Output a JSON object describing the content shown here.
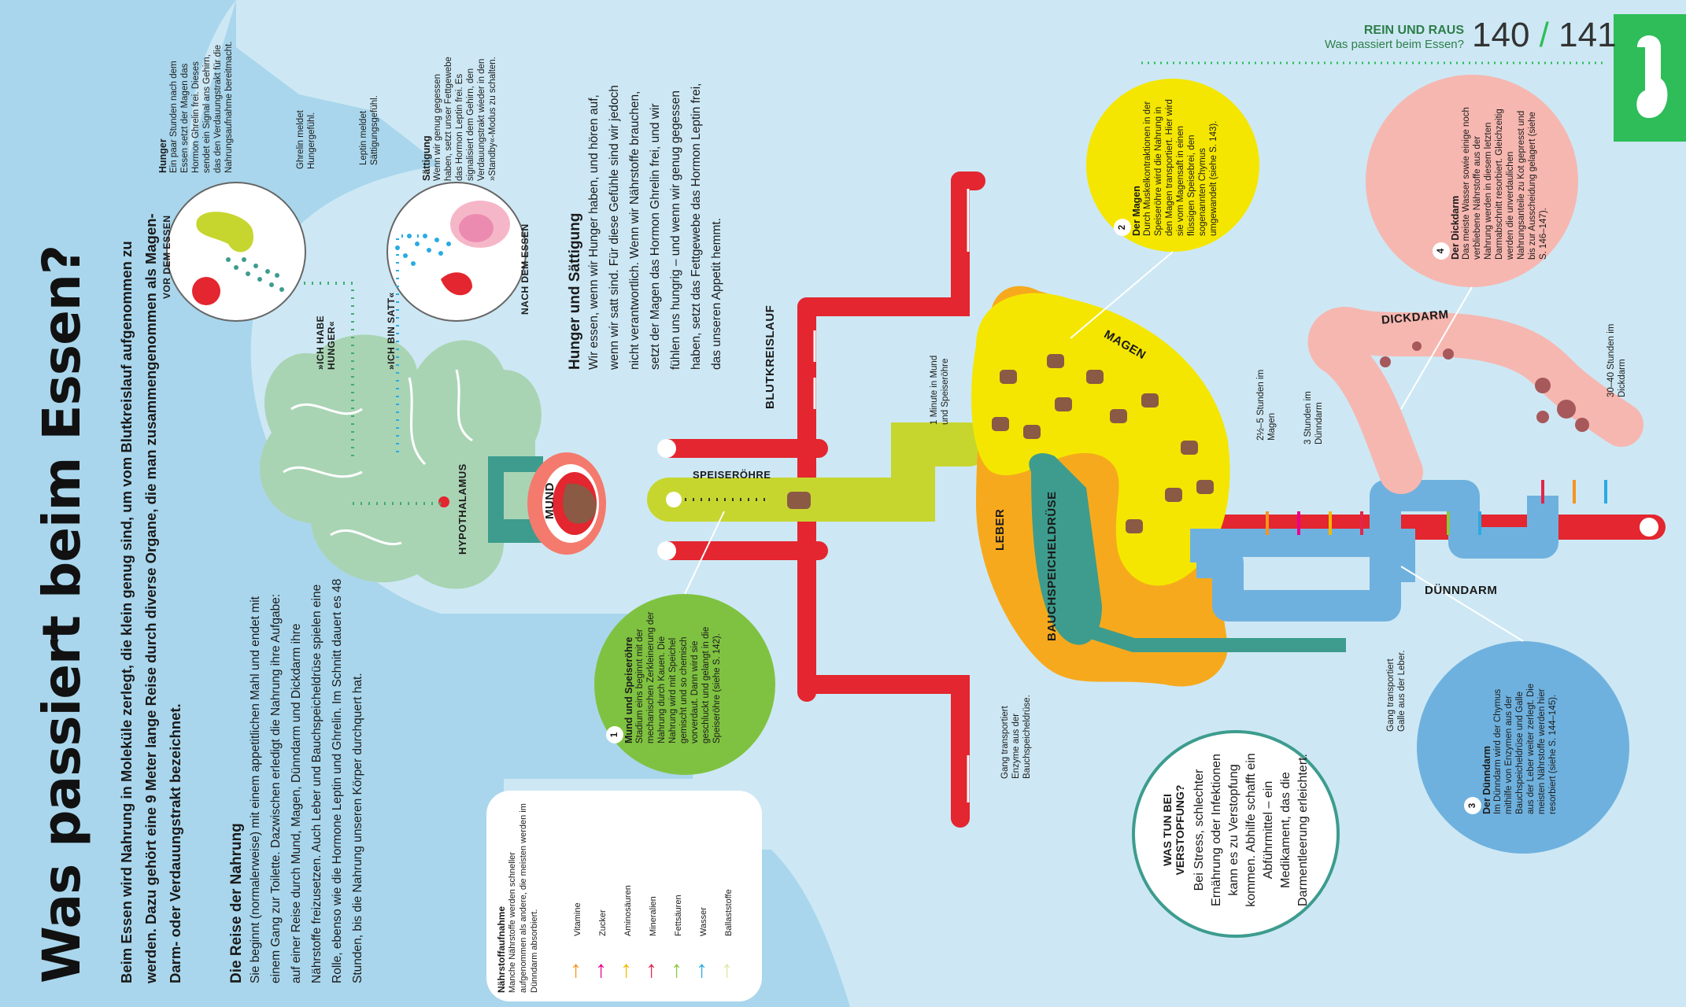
{
  "header": {
    "section": "REIN UND RAUS",
    "subtitle": "Was passiert beim Essen?",
    "page_left": "140",
    "page_sep": "/",
    "page_right": "141"
  },
  "title": "Was passiert beim Essen?",
  "intro": "Beim Essen wird Nahrung in Moleküle zerlegt, die klein genug sind, um vom Blutkreislauf aufgenommen zu werden. Dazu gehört eine 9 Meter lange Reise durch diverse Organe, die man zusammengenommen als Magen-Darm- oder Verdauungstrakt bezeichnet.",
  "journey": {
    "heading": "Die Reise der Nahrung",
    "text": "Sie beginnt (normalerweise) mit einem appetitlichen Mahl und endet mit einem Gang zur Toilette. Dazwischen erledigt die Nahrung ihre Aufgabe: auf einer Reise durch Mund, Magen, Dünndarm und Dickdarm ihre Nährstoffe freizusetzen. Auch Leber und Bauchspeicheldrüse spielen eine Rolle, ebenso wie die Hormone Leptin und Ghrelin. Im Schnitt dauert es 48 Stunden, bis die Nahrung unseren Körper durchquert hat."
  },
  "hunger_satiety": {
    "heading": "Hunger und Sättigung",
    "text": "Wir essen, wenn wir Hunger haben, und hören auf, wenn wir satt sind. Für diese Gefühle sind wir jedoch nicht verantwortlich. Wenn wir Nährstoffe brauchen, setzt der Magen das Hormon Ghrelin frei, und wir fühlen uns hungrig – und wenn wir genug gegessen haben, setzt das Fettgewebe das Hormon Leptin frei, das unseren Appetit hemmt."
  },
  "hunger_box": {
    "heading": "Hunger",
    "text": "Ein paar Stunden nach dem Essen setzt der Magen das Hormon Ghrelin frei. Dieses sendet ein Signal ans Gehirn, das den Verdauungstrakt für die Nahrungsaufnahme bereitmacht.",
    "note": "Ghrelin meldet Hungergefühl."
  },
  "satiety_box": {
    "heading": "Sättigung",
    "text": "Wenn wir genug gegessen haben, setzt unser Fettgewebe das Hormon Leptin frei. Es signalisiert dem Gehirn, den Verdauungstrakt wieder in den »Standby«-Modus zu schalten.",
    "note": "Leptin meldet Sättigungsgefühl."
  },
  "circles": {
    "before": "VOR DEM ESSEN",
    "after": "NACH DEM ESSEN"
  },
  "brain": {
    "hungry": "»ICH HABE HUNGER«",
    "full": "»ICH BIN SATT«",
    "hypothalamus": "HYPOTHALAMUS",
    "mouth": "MUND"
  },
  "labels": {
    "blood": "BLUTKREISLAUF",
    "esophagus": "SPEISERÖHRE",
    "stomach": "MAGEN",
    "liver": "LEBER",
    "pancreas": "BAUCHSPEICHELDRÜSE",
    "small_intestine": "DÜNNDARM",
    "large_intestine": "DICKDARM"
  },
  "times": {
    "mouth": "1 Minute in Mund und Speiseröhre",
    "stomach": "2½–5 Stunden im Magen",
    "small": "3 Stunden im Dünndarm",
    "large": "30–40 Stunden im Dickdarm"
  },
  "ducts": {
    "pancreas": "Gang transportiert Enzyme aus der Bauchspeicheldrüse.",
    "bile": "Gang transportiert Galle aus der Leber."
  },
  "steps": [
    {
      "num": "1",
      "heading": "Mund und Speiseröhre",
      "text": "Stadium eins beginnt mit der mechanischen Zerkleinerung der Nahrung durch Kauen. Die Nahrung wird mit Speichel gemischt und so chemisch vorverdaut. Dann wird sie geschluckt und gelangt in die Speiseröhre (siehe S. 142)."
    },
    {
      "num": "2",
      "heading": "Der Magen",
      "text": "Durch Muskelkontraktionen in der Speiseröhre wird die Nahrung in den Magen transportiert. Hier wird sie vom Magensaft in einen flüssigen Speisebrei, den sogenannten Chymus umgewandelt (siehe S. 143)."
    },
    {
      "num": "3",
      "heading": "Der Dünndarm",
      "text": "Im Dünndarm wird der Chymus mithilfe von Enzymen aus der Bauchspeicheldrüse und Galle aus der Leber weiter zerlegt. Die meisten Nährstoffe werden hier resorbiert (siehe S. 144–145)."
    },
    {
      "num": "4",
      "heading": "Der Dickdarm",
      "text": "Das meiste Wasser sowie einige noch verbliebene Nährstoffe aus der Nahrung werden in diesem letzten Darmabschnitt resorbiert. Gleichzeitig werden die unverdaulichen Nahrungsanteile zu Kot gepresst und bis zur Ausscheidung gelagert (siehe S. 146–147)."
    }
  ],
  "constipation": {
    "heading": "WAS TUN BEI VERSTOPFUNG?",
    "text": "Bei Stress, schlechter Ernährung oder Infektionen kann es zu Verstopfung kommen. Abhilfe schafft ein Abführmittel – ein Medikament, das die Darmentleerung erleichtert."
  },
  "legend": {
    "heading": "Nährstoffaufnahme",
    "text": "Manche Nährstoffe werden schneller aufgenommen als andere, die meisten werden im Dünndarm absorbiert.",
    "items": [
      {
        "label": "Vitamine",
        "color": "#f7941d"
      },
      {
        "label": "Zucker",
        "color": "#ec008c"
      },
      {
        "label": "Aminosäuren",
        "color": "#f5b800"
      },
      {
        "label": "Mineralien",
        "color": "#e4254a"
      },
      {
        "label": "Fettsäuren",
        "color": "#8dc63f"
      },
      {
        "label": "Wasser",
        "color": "#29abe2"
      },
      {
        "label": "Ballaststoffe",
        "color": "#d7e9a8"
      }
    ]
  },
  "colors": {
    "background": "#a9d6ec",
    "body": "#cde8f4",
    "blood": "#e3262f",
    "green": "#7fc241",
    "yellow": "#f4e600",
    "orange": "#f7a91d",
    "blue_intestine": "#6fb1de",
    "pink_intestine": "#f6b7b0",
    "brain": "#a9d4b4",
    "teal": "#3d9c8e"
  }
}
